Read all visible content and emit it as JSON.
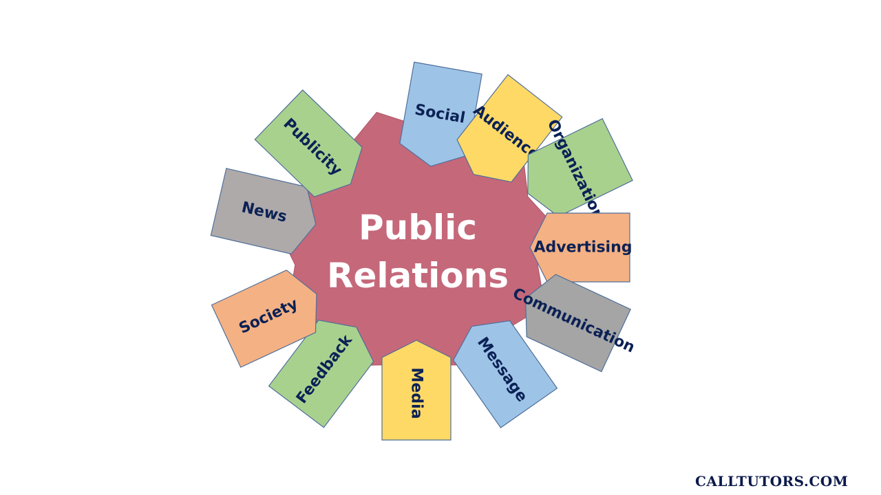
{
  "center": {
    "line1": "Public",
    "line2": "Relations",
    "color": "#c5687a"
  },
  "spokes": [
    {
      "label": "Social",
      "color": "#9dc3e6"
    },
    {
      "label": "Audience",
      "color": "#ffd966"
    },
    {
      "label": "Organization",
      "color": "#a9d18e"
    },
    {
      "label": "Advertising",
      "color": "#f4b183"
    },
    {
      "label": "Communication",
      "color": "#a5a5a5"
    },
    {
      "label": "Message",
      "color": "#9dc3e6"
    },
    {
      "label": "Media",
      "color": "#ffd966"
    },
    {
      "label": "Feedback",
      "color": "#a9d18e"
    },
    {
      "label": "Society",
      "color": "#f4b183"
    },
    {
      "label": "News",
      "color": "#aeaaaa"
    },
    {
      "label": "Publicity",
      "color": "#a9d18e"
    }
  ],
  "watermark": "CALLTUTORS.COM"
}
